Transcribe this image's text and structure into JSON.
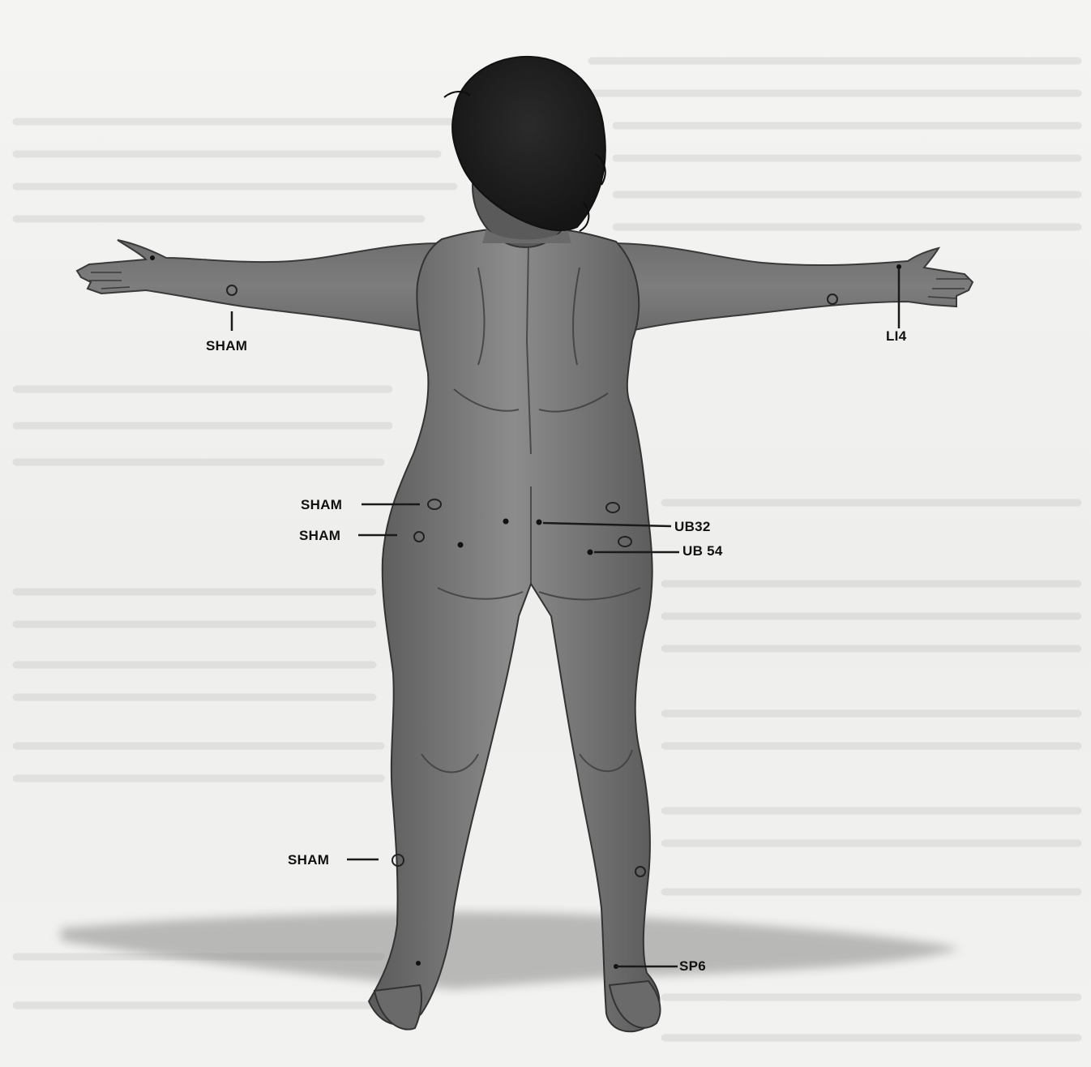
{
  "figure": {
    "labels": {
      "sham_arm": "SHAM",
      "li4": "LI4",
      "sham_hip_upper": "SHAM",
      "sham_hip_lower": "SHAM",
      "ub32": "UB32",
      "ub54": "UB 54",
      "sham_calf": "SHAM",
      "sp6": "SP6"
    },
    "colors": {
      "skin_dark": "#4a4a4a",
      "skin_mid": "#7c7c7c",
      "skin_light": "#a9a9a9",
      "hair": "#1f1f1f",
      "shadow": "#8a8a8a",
      "leader_line": "#1a1a1a",
      "label_text": "#111111"
    }
  }
}
